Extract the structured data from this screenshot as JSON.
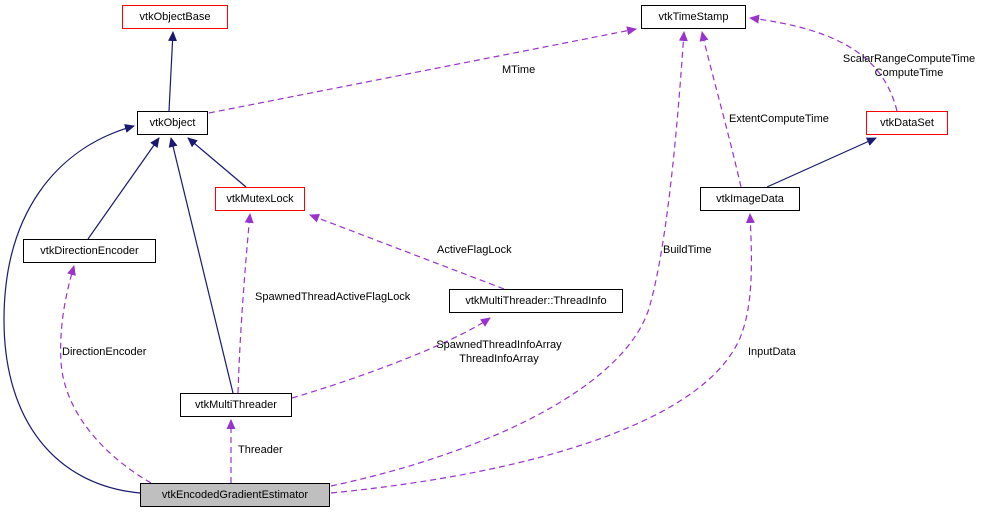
{
  "diagram": {
    "nodes": {
      "vtkObjectBase": {
        "label": "vtkObjectBase"
      },
      "vtkTimeStamp": {
        "label": "vtkTimeStamp"
      },
      "vtkObject": {
        "label": "vtkObject"
      },
      "vtkDataSet": {
        "label": "vtkDataSet"
      },
      "vtkMutexLock": {
        "label": "vtkMutexLock"
      },
      "vtkImageData": {
        "label": "vtkImageData"
      },
      "vtkDirectionEncoder": {
        "label": "vtkDirectionEncoder"
      },
      "threadInfo": {
        "label": "vtkMultiThreader::ThreadInfo"
      },
      "vtkMultiThreader": {
        "label": "vtkMultiThreader"
      },
      "vtkEncodedGradientEstimator": {
        "label": "vtkEncodedGradientEstimator"
      }
    },
    "edge_labels": {
      "mtime": "MTime",
      "scalar1": "ScalarRangeComputeTime",
      "scalar2": "ComputeTime",
      "extent": "ExtentComputeTime",
      "buildTime": "BuildTime",
      "inputData": "InputData",
      "activeFlagLock": "ActiveFlagLock",
      "spawnedLock": "SpawnedThreadActiveFlagLock",
      "spawnedInfo1": "SpawnedThreadInfoArray",
      "spawnedInfo2": "ThreadInfoArray",
      "directionEncoder": "DirectionEncoder",
      "threader": "Threader"
    },
    "colors": {
      "inherit": "#191970",
      "usage": "#9a32cd",
      "red_border": "#ff0000",
      "node_border": "#000000",
      "selected_fill": "#bfbfbf"
    }
  }
}
